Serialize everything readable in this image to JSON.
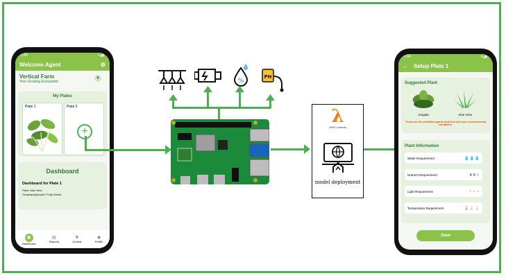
{
  "left_phone": {
    "status_time": "1:44",
    "status_icons": "▾◢▮",
    "appbar_title": "Welcome Agent",
    "section_title": "Vertical Farm",
    "section_subtitle": "Your Growing Ecosystem",
    "plates_title": "My Plates",
    "plate1_label": "Plate 1",
    "plate2_label": "Plate 2",
    "dashboard_title": "Dashboard",
    "dashboard_for": "Dashboard for Plate 1",
    "plant_line": "Plant: Aloe Vera",
    "approach_line": "Growing Approach: Fully Grown",
    "nav": [
      "Dashboard",
      "Reports",
      "Control",
      "Profile"
    ]
  },
  "right_phone": {
    "status_time": "1:44",
    "status_icons": "▾◢▮",
    "appbar_title": "Setup Plate 1",
    "suggested_title": "Suggested Plant",
    "plant1": "Arugula",
    "plant2": "Aloe Vera",
    "suggest_note": "These are the predicted plants that best suit your environmental conditions.",
    "info_title": "Plant Information",
    "info_rows": [
      "Water Requirement",
      "Nutrient Requirement",
      "Light Requirement",
      "Temperature Requirement"
    ],
    "save_label": "Save"
  },
  "aws_box": {
    "lambda_symbol": "λ",
    "lambda_caption": "AWS Lambda",
    "deployment_label": "model deployment"
  },
  "colors": {
    "frame": "#4caf50",
    "app_green": "#8bc34a",
    "arrow": "#4caf50",
    "lambda_orange": "#f57c00"
  }
}
